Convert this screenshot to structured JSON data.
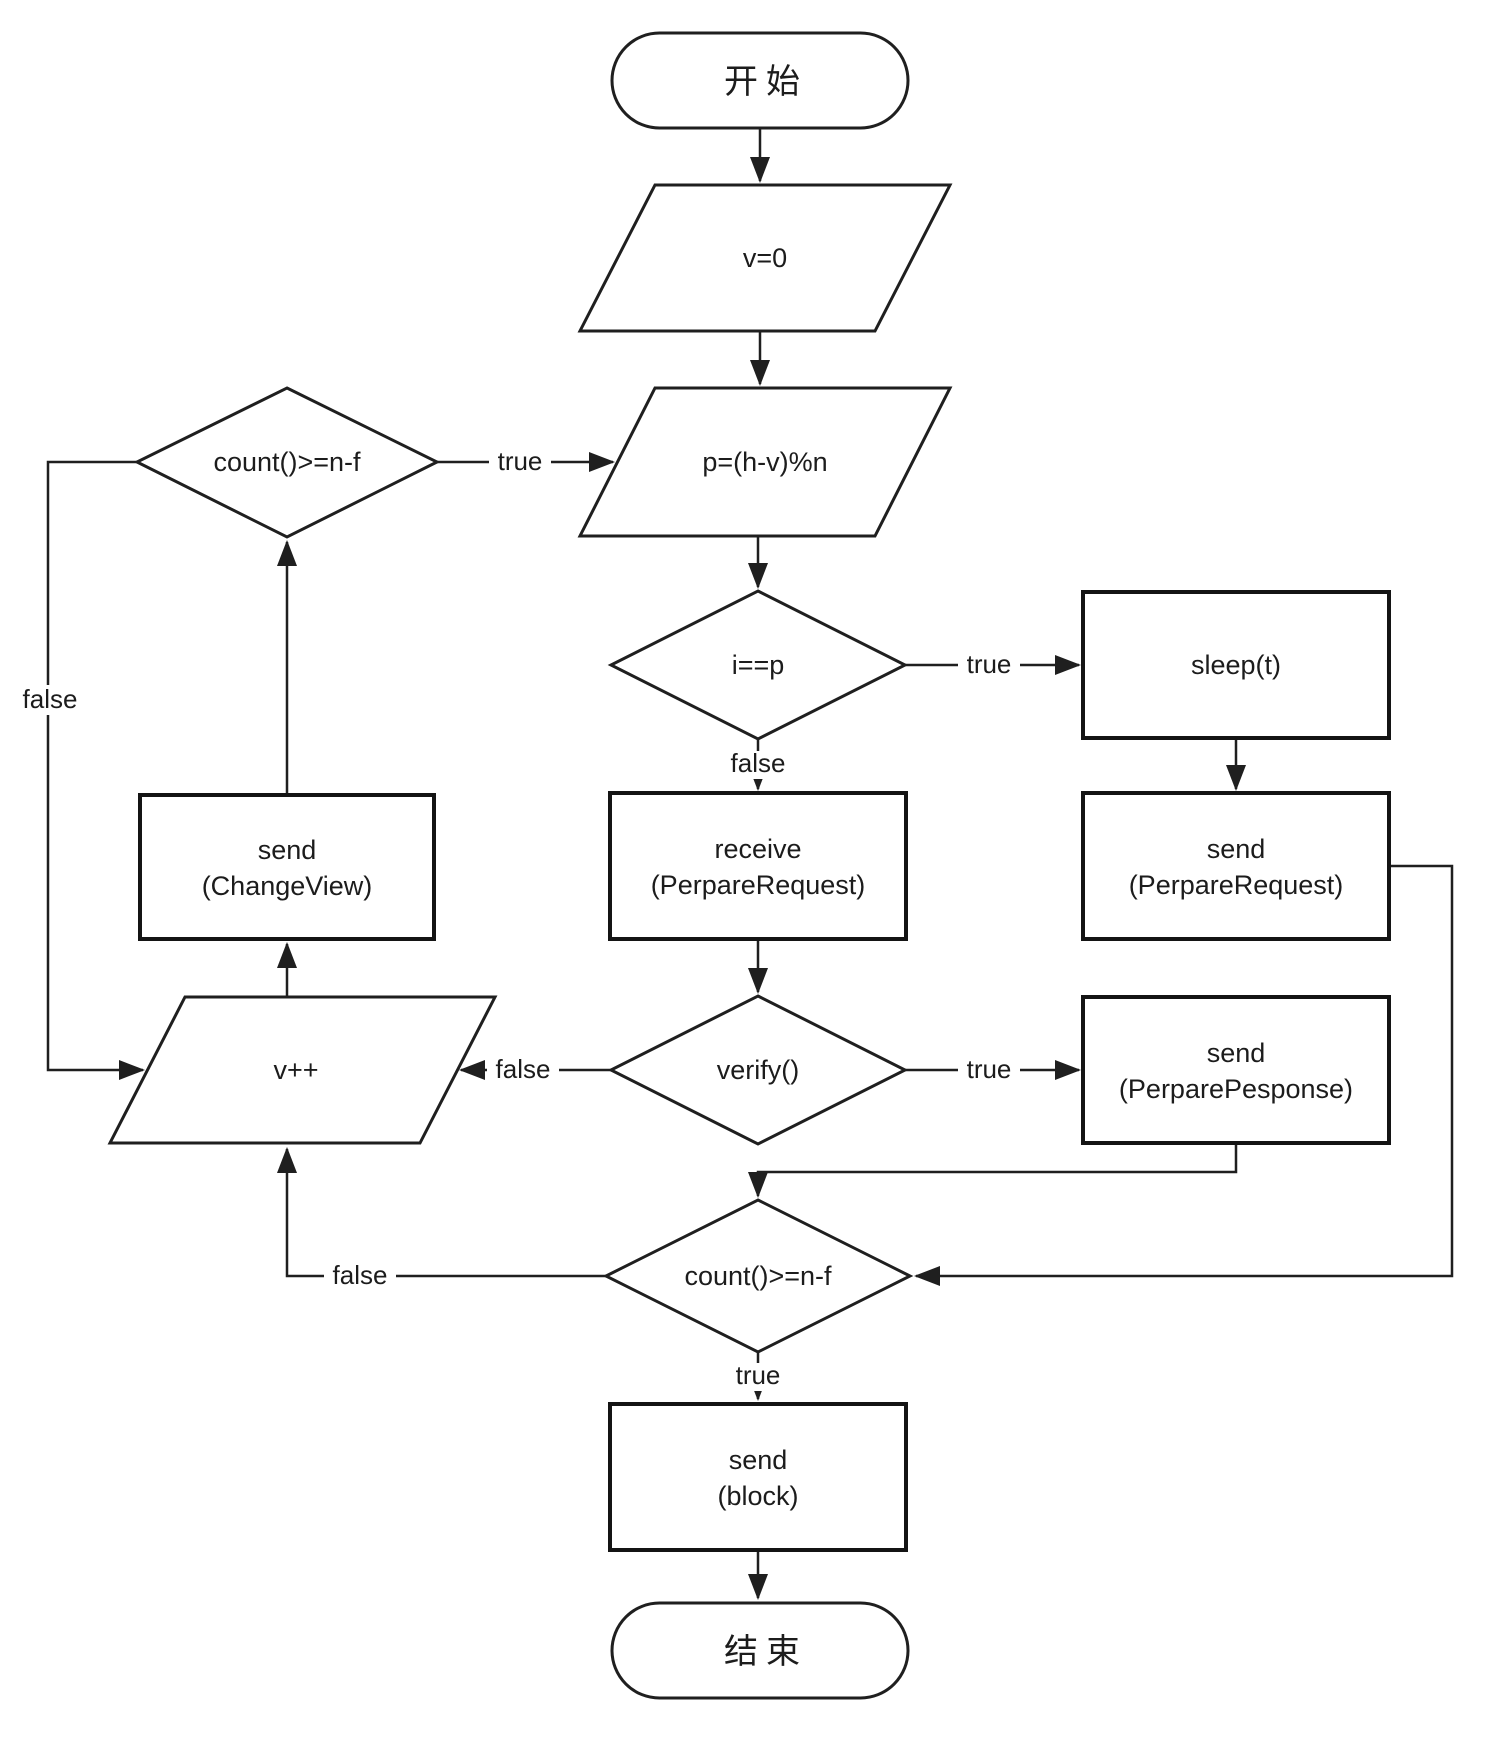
{
  "diagram": {
    "type": "flowchart",
    "background": "#ffffff",
    "stroke_color": "#1f1f1f",
    "text_color": "#1c1c1c",
    "nodes": {
      "start": {
        "shape": "terminal",
        "label": "开始"
      },
      "init_v": {
        "shape": "parallelogram",
        "label": "v=0"
      },
      "count_check_left": {
        "shape": "decision",
        "label": "count()>=n-f"
      },
      "compute_p": {
        "shape": "parallelogram",
        "label": "p=(h-v)%n"
      },
      "is_primary": {
        "shape": "decision",
        "label": "i==p"
      },
      "sleep": {
        "shape": "process",
        "label": "sleep(t)"
      },
      "receive_prepare_request": {
        "shape": "process",
        "label_line1": "receive",
        "label_line2": "(PerpareRequest)"
      },
      "send_prepare_request": {
        "shape": "process",
        "label_line1": "send",
        "label_line2": "(PerpareRequest)"
      },
      "send_change_view": {
        "shape": "process",
        "label_line1": "send",
        "label_line2": "(ChangeView)"
      },
      "increment_v": {
        "shape": "parallelogram",
        "label": "v++"
      },
      "verify": {
        "shape": "decision",
        "label": "verify()"
      },
      "send_prepare_response": {
        "shape": "process",
        "label_line1": "send",
        "label_line2": "(PerparePesponse)"
      },
      "count_check_bottom": {
        "shape": "decision",
        "label": "count()>=n-f"
      },
      "send_block": {
        "shape": "process",
        "label_line1": "send",
        "label_line2": "(block)"
      },
      "end": {
        "shape": "terminal",
        "label": "结束"
      }
    },
    "edge_labels": {
      "count_left_true": "true",
      "count_left_false": "false",
      "is_primary_true": "true",
      "is_primary_false": "false",
      "verify_true": "true",
      "verify_false": "false",
      "count_bottom_true": "true",
      "count_bottom_false": "false"
    }
  }
}
